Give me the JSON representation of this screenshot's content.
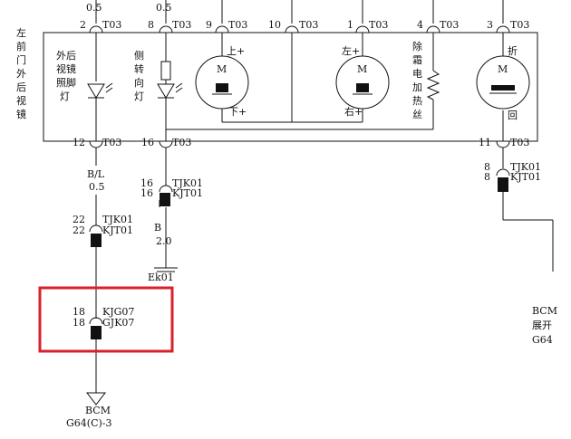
{
  "mirror_label": [
    "左",
    "前",
    "门",
    "外",
    "后",
    "视",
    "镜"
  ],
  "top_conn": {
    "name": "T03",
    "wire_gauge": "0.5",
    "pins_top": [
      "2",
      "8",
      "9",
      "10",
      "1",
      "4",
      "3"
    ],
    "pins_bottom": [
      "12",
      "16",
      "11"
    ]
  },
  "components": {
    "puddle_lamp": [
      "外后",
      "视镜",
      "照脚",
      "灯"
    ],
    "side_turn": [
      "侧",
      "转",
      "向",
      "灯"
    ],
    "motor_label": "M",
    "motor1_up": "上+",
    "motor1_down": "下+",
    "motor2_left": "左+",
    "motor2_right": "右+",
    "defrost": [
      "除",
      "霜",
      "电",
      "加",
      "热",
      "丝"
    ],
    "motor3_fold": "折",
    "motor3_back": "回"
  },
  "wire1": {
    "color": "B/L",
    "gauge": "0.5"
  },
  "conn_tjk": {
    "pin": "22",
    "names": [
      "TJK01",
      "KJT01"
    ]
  },
  "conn_tjk16": {
    "pin": "16",
    "names": [
      "TJK01",
      "KJT01"
    ]
  },
  "wire2": {
    "color": "B",
    "gauge": "2.0"
  },
  "ground": "Ek01",
  "conn_tjk8": {
    "pin": "8",
    "names": [
      "TJK01",
      "KJT01"
    ]
  },
  "conn_kjg": {
    "pin": "18",
    "names": [
      "KJG07",
      "GJK07"
    ]
  },
  "bcm_target": {
    "name": "BCM",
    "pin": "G64(C)-3"
  },
  "right_edge": {
    "lines": [
      "BCM",
      "展开",
      "G64"
    ]
  },
  "highlight_color": "#d9202c"
}
